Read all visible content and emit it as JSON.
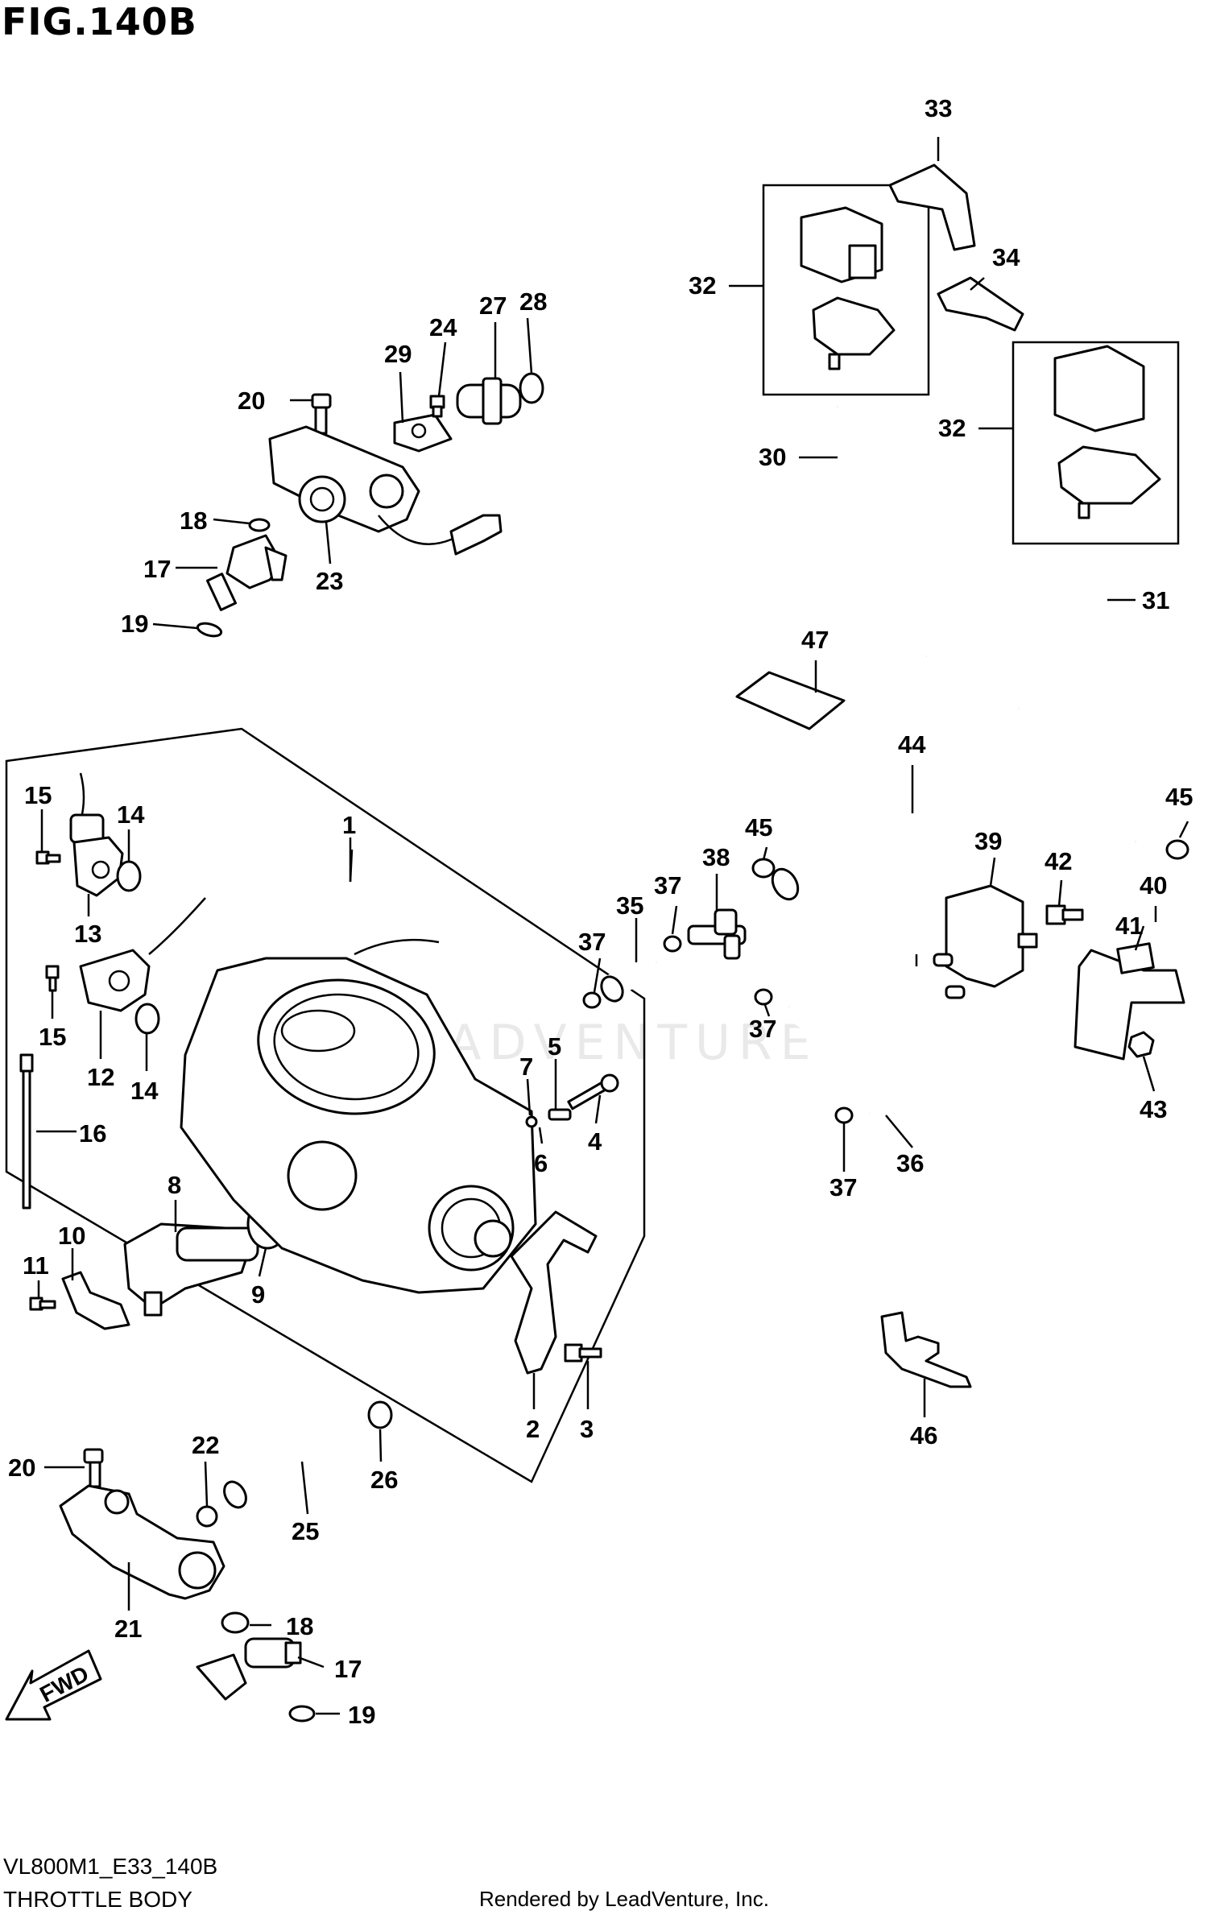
{
  "figure": {
    "title": "FIG.140B",
    "code": "VL800M1_E33_140B",
    "subtitle": "THROTTLE BODY",
    "rendered_by": "Rendered by LeadVenture, Inc.",
    "watermark": "LEADVENTURE",
    "fwd_label": "FWD"
  },
  "callouts": {
    "c1": "1",
    "c2": "2",
    "c3": "3",
    "c4": "4",
    "c5": "5",
    "c6": "6",
    "c7": "7",
    "c8": "8",
    "c9": "9",
    "c10": "10",
    "c11": "11",
    "c12": "12",
    "c13": "13",
    "c14a": "14",
    "c14b": "14",
    "c15a": "15",
    "c15b": "15",
    "c16": "16",
    "c17a": "17",
    "c17b": "17",
    "c18a": "18",
    "c18b": "18",
    "c19a": "19",
    "c19b": "19",
    "c20a": "20",
    "c20b": "20",
    "c21": "21",
    "c22": "22",
    "c23": "23",
    "c24": "24",
    "c25": "25",
    "c26": "26",
    "c27": "27",
    "c28": "28",
    "c29": "29",
    "c30": "30",
    "c31": "31",
    "c32a": "32",
    "c32b": "32",
    "c33": "33",
    "c34": "34",
    "c35": "35",
    "c36": "36",
    "c37a": "37",
    "c37b": "37",
    "c37c": "37",
    "c37d": "37",
    "c38": "38",
    "c39": "39",
    "c40": "40",
    "c41": "41",
    "c42": "42",
    "c43": "43",
    "c44": "44",
    "c45a": "45",
    "c45b": "45",
    "c46": "46",
    "c47": "47"
  }
}
